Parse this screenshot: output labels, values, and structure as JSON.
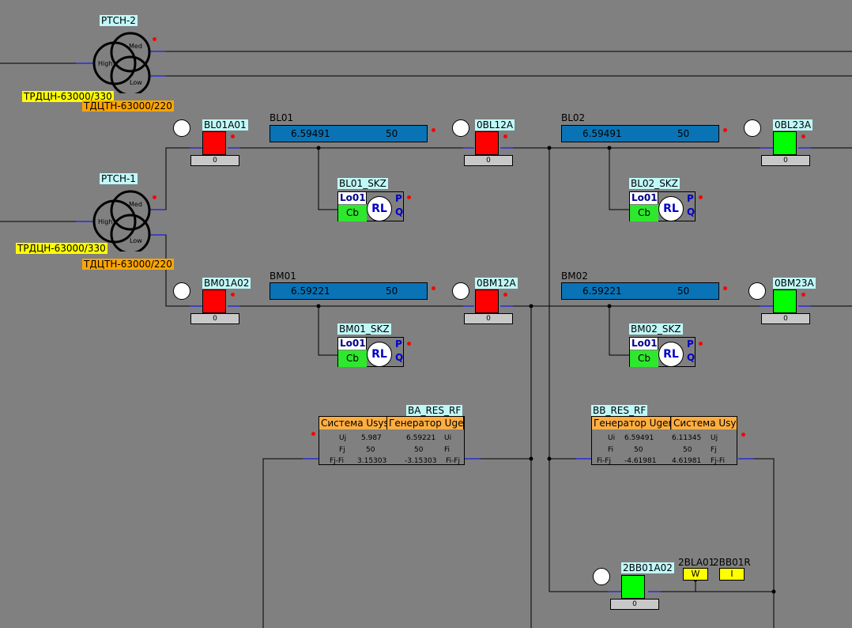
{
  "transformers": {
    "t2": {
      "name": "РТСН-2",
      "high": "High",
      "med": "Med",
      "low": "Low",
      "type1": "ТРДЦН-63000/330",
      "type2": "ТДЦТН-63000/220"
    },
    "t1": {
      "name": "РТСН-1",
      "high": "High",
      "med": "Med",
      "low": "Low",
      "type1": "ТРДЦН-63000/330",
      "type2": "ТДЦТН-63000/220"
    }
  },
  "switches": {
    "bl01a01": {
      "label": "BL01A01",
      "value": "0",
      "state": "red"
    },
    "obl12a": {
      "label": "0BL12A",
      "value": "0",
      "state": "red"
    },
    "obl23a": {
      "label": "0BL23A",
      "value": "0",
      "state": "green"
    },
    "bm01a02": {
      "label": "BM01A02",
      "value": "0",
      "state": "red"
    },
    "obm12a": {
      "label": "0BM12A",
      "value": "0",
      "state": "red"
    },
    "obm23a": {
      "label": "0BM23A",
      "value": "0",
      "state": "green"
    },
    "bb01a02": {
      "label": "2BB01A02",
      "value": "0",
      "state": "green"
    }
  },
  "bars": {
    "bl01": {
      "name": "BL01",
      "u": "6.59491",
      "f": "50"
    },
    "bl02": {
      "name": "BL02",
      "u": "6.59491",
      "f": "50"
    },
    "bm01": {
      "name": "BM01",
      "u": "6.59221",
      "f": "50"
    },
    "bm02": {
      "name": "BM02",
      "u": "6.59221",
      "f": "50"
    }
  },
  "skz": {
    "bl01": {
      "name": "BL01_SKZ",
      "lo": "Lo01",
      "cb": "Cb",
      "rl": "RL",
      "p": "P",
      "q": "Q"
    },
    "bl02": {
      "name": "BL02_SKZ",
      "lo": "Lo01",
      "cb": "Cb",
      "rl": "RL",
      "p": "P",
      "q": "Q"
    },
    "bm01": {
      "name": "BM01_SKZ",
      "lo": "Lo01",
      "cb": "Cb",
      "rl": "RL",
      "p": "P",
      "q": "Q"
    },
    "bm02": {
      "name": "BM02_SKZ",
      "lo": "Lo01",
      "cb": "Cb",
      "rl": "RL",
      "p": "P",
      "q": "Q"
    }
  },
  "res_a": {
    "name": "BA_RES_RF",
    "h1": "Система Usys",
    "h2": "Генератор Ugen",
    "rows": [
      {
        "l1": "Uj",
        "v1": "5.987",
        "v2": "6.59221",
        "l2": "Ui"
      },
      {
        "l1": "Fj",
        "v1": "50",
        "v2": "50",
        "l2": "Fi"
      },
      {
        "l1": "Fj-Fi",
        "v1": "3.15303",
        "v2": "-3.15303",
        "l2": "Fi-Fj"
      }
    ]
  },
  "res_b": {
    "name": "BB_RES_RF",
    "h1": "Генератор Ugen",
    "h2": "Система Usys",
    "rows": [
      {
        "l1": "Ui",
        "v1": "6.59491",
        "v2": "6.11345",
        "l2": "Uj"
      },
      {
        "l1": "Fi",
        "v1": "50",
        "v2": "50",
        "l2": "Fj"
      },
      {
        "l1": "Fi-Fj",
        "v1": "-4.61981",
        "v2": "4.61981",
        "l2": "Fj-Fi"
      }
    ]
  },
  "tags": {
    "t1": "2BLA01",
    "t2": "2BB01R",
    "w": "W",
    "i": "I"
  }
}
